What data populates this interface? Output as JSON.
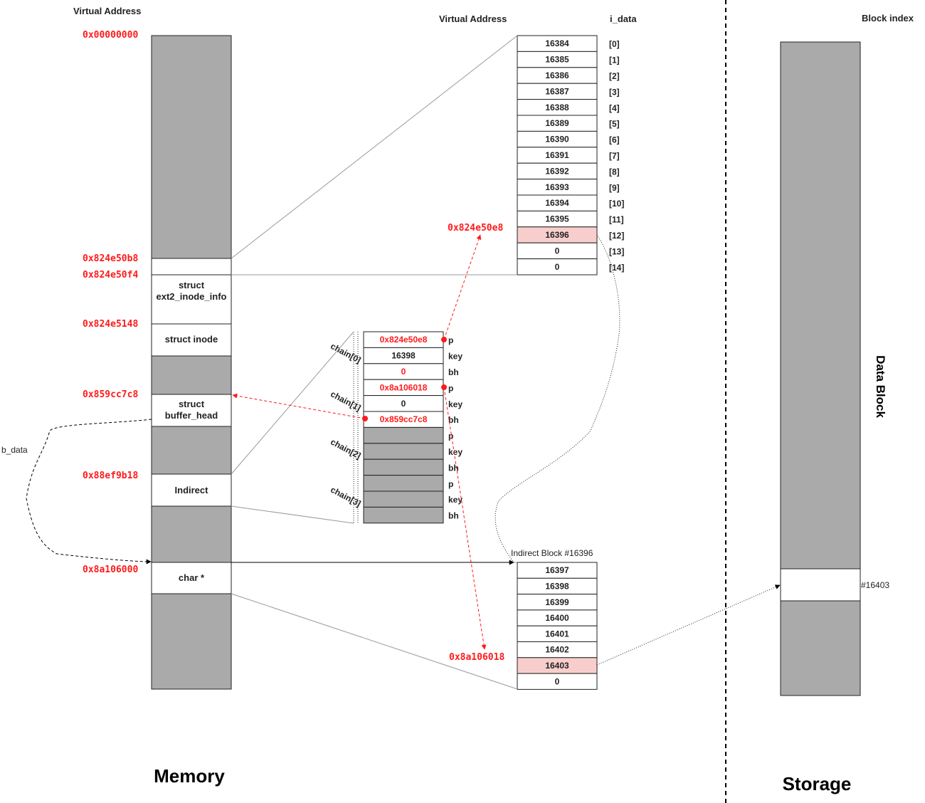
{
  "memory": {
    "header": "Virtual Address",
    "title": "Memory",
    "addresses": {
      "top": "0x00000000",
      "a1": "0x824e50b8",
      "a2": "0x824e50f4",
      "a3": "0x824e5148",
      "a4": "0x859cc7c8",
      "a5": "0x88ef9b18",
      "a6": "0x8a106000"
    },
    "blocks": {
      "inode_info_l1": "struct",
      "inode_info_l2": "ext2_inode_info",
      "inode": "struct inode",
      "bh_l1": "struct",
      "bh_l2": "buffer_head",
      "indirect": "Indirect",
      "char": "char *"
    },
    "b_data_label": "b_data"
  },
  "i_data": {
    "header_addr": "Virtual Address",
    "header": "i_data",
    "values": [
      "16384",
      "16385",
      "16386",
      "16387",
      "16388",
      "16389",
      "16390",
      "16391",
      "16392",
      "16393",
      "16394",
      "16395",
      "16396",
      "0",
      "0"
    ],
    "indices": [
      "[0]",
      "[1]",
      "[2]",
      "[3]",
      "[4]",
      "[5]",
      "[6]",
      "[7]",
      "[8]",
      "[9]",
      "[10]",
      "[11]",
      "[12]",
      "[13]",
      "[14]"
    ],
    "highlight_index": 12,
    "pointer_addr": "0x824e50e8"
  },
  "chains": {
    "labels": [
      "chain[0]",
      "chain[1]",
      "chain[2]",
      "chain[3]"
    ],
    "fields": [
      "p",
      "key",
      "bh",
      "p",
      "key",
      "bh",
      "p",
      "key",
      "bh",
      "p",
      "key",
      "bh"
    ],
    "values": [
      "0x824e50e8",
      "16398",
      "0",
      "0x8a106018",
      "0",
      "0x859cc7c8",
      "",
      "",
      "",
      "",
      "",
      ""
    ]
  },
  "indirect_block": {
    "title": "Indirect Block #16396",
    "values": [
      "16397",
      "16398",
      "16399",
      "16400",
      "16401",
      "16402",
      "16403",
      "0"
    ],
    "highlight_index": 6,
    "pointer_addr": "0x8a106018"
  },
  "storage": {
    "header": "Block index",
    "label": "Data Block",
    "block_id": "#16403",
    "title": "Storage"
  },
  "colors": {
    "accent_red": "#ff1a1a",
    "highlight_pink": "#f8cecc",
    "gray_fill": "#aaaaaa"
  }
}
